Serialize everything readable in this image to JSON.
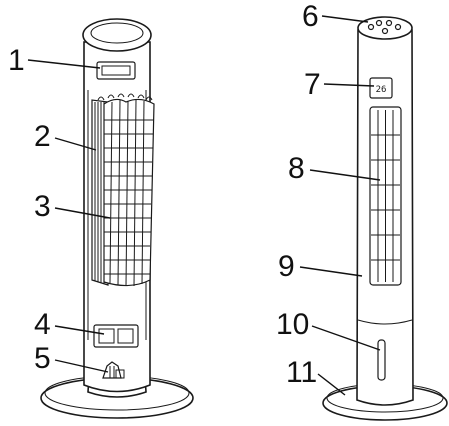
{
  "callouts": [
    {
      "id": "1",
      "label": "1"
    },
    {
      "id": "2",
      "label": "2"
    },
    {
      "id": "3",
      "label": "3"
    },
    {
      "id": "4",
      "label": "4"
    },
    {
      "id": "5",
      "label": "5"
    },
    {
      "id": "6",
      "label": "6"
    },
    {
      "id": "7",
      "label": "7"
    },
    {
      "id": "8",
      "label": "8"
    },
    {
      "id": "9",
      "label": "9"
    },
    {
      "id": "10",
      "label": "10"
    },
    {
      "id": "11",
      "label": "11"
    }
  ],
  "display": {
    "readout": "26"
  },
  "colors": {
    "ink": "#1a1a1a",
    "background": "#ffffff"
  }
}
